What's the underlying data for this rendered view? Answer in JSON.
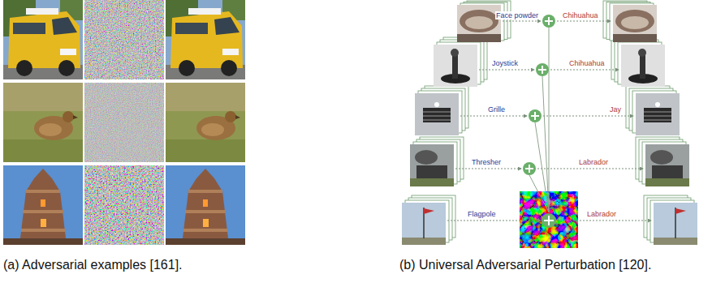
{
  "diagram": {
    "labels": [
      "Face powder",
      "Chihuahua",
      "Joystick",
      "Chihuahua",
      "Grille",
      "Jay",
      "Thresher",
      "Labrador",
      "Flagpole",
      "Labrador",
      "(a) Adversarial examples [161].",
      "(b) Universal Adversarial Perturbation [120]."
    ]
  }
}
